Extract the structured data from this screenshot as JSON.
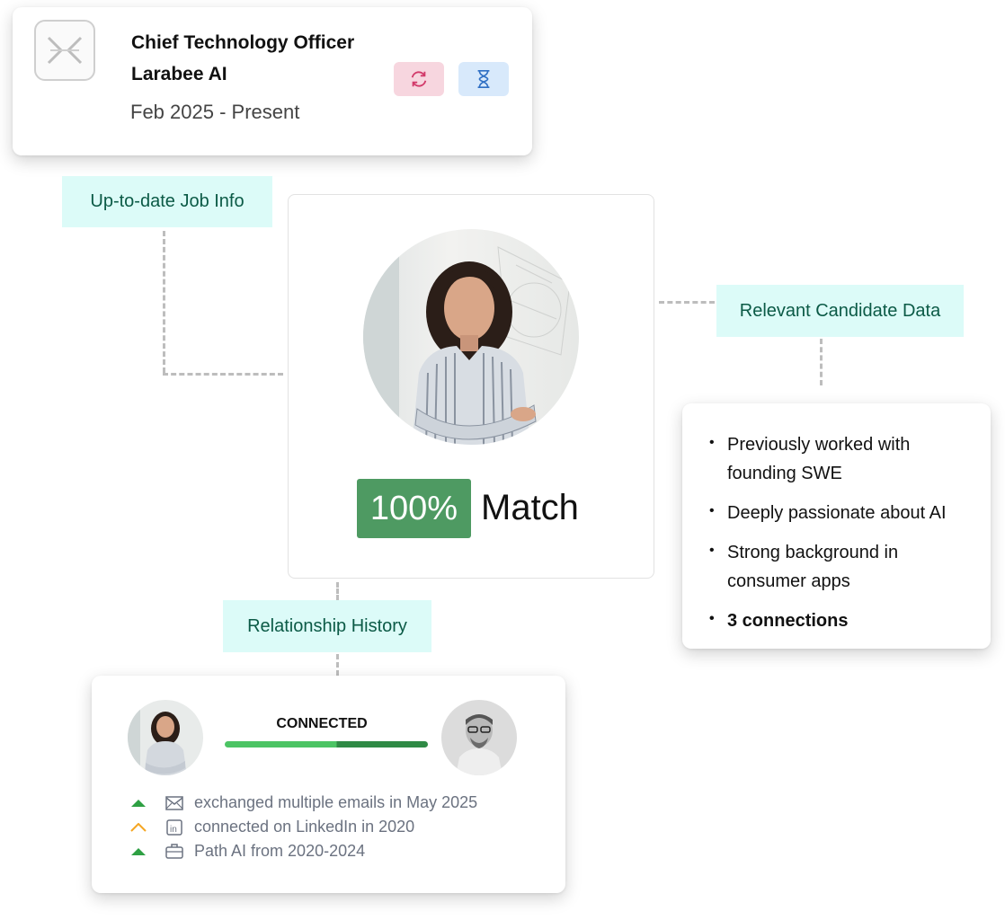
{
  "job_card": {
    "title": "Chief Technology Officer",
    "company": "Larabee AI",
    "dates": "Feb 2025 - Present",
    "logo_icon": "arrows-converge-logo",
    "actions": [
      {
        "icon": "refresh-icon",
        "color": "#f7d6df"
      },
      {
        "icon": "hourglass-icon",
        "color": "#d8e9fb"
      }
    ]
  },
  "labels": {
    "job_info": "Up-to-date Job Info",
    "candidate_data": "Relevant Candidate Data",
    "relationship": "Relationship History"
  },
  "candidate": {
    "match_percent": "100%",
    "match_label": "Match"
  },
  "candidate_data": {
    "bullets": [
      "Previously worked with founding SWE",
      "Deeply passionate about AI",
      "Strong background in consumer apps",
      "3 connections"
    ]
  },
  "relationship": {
    "status": "CONNECTED",
    "progress": 1.0,
    "events": [
      {
        "trend": "up",
        "icon": "mail-icon",
        "text": "exchanged multiple emails in May 2025"
      },
      {
        "trend": "neutral-up",
        "icon": "linkedin-icon",
        "text": "connected on LinkedIn in 2020"
      },
      {
        "trend": "up",
        "icon": "briefcase-icon",
        "text": "Path AI from 2020-2024"
      }
    ]
  },
  "colors": {
    "accent_green": "#4e9a62",
    "label_bg": "#dcfbf8",
    "label_text": "#0b5a46",
    "progress_light": "#4cc464",
    "progress_dark": "#2f8a45",
    "trend_up": "#2ea043",
    "trend_neutral": "#f5a623"
  }
}
